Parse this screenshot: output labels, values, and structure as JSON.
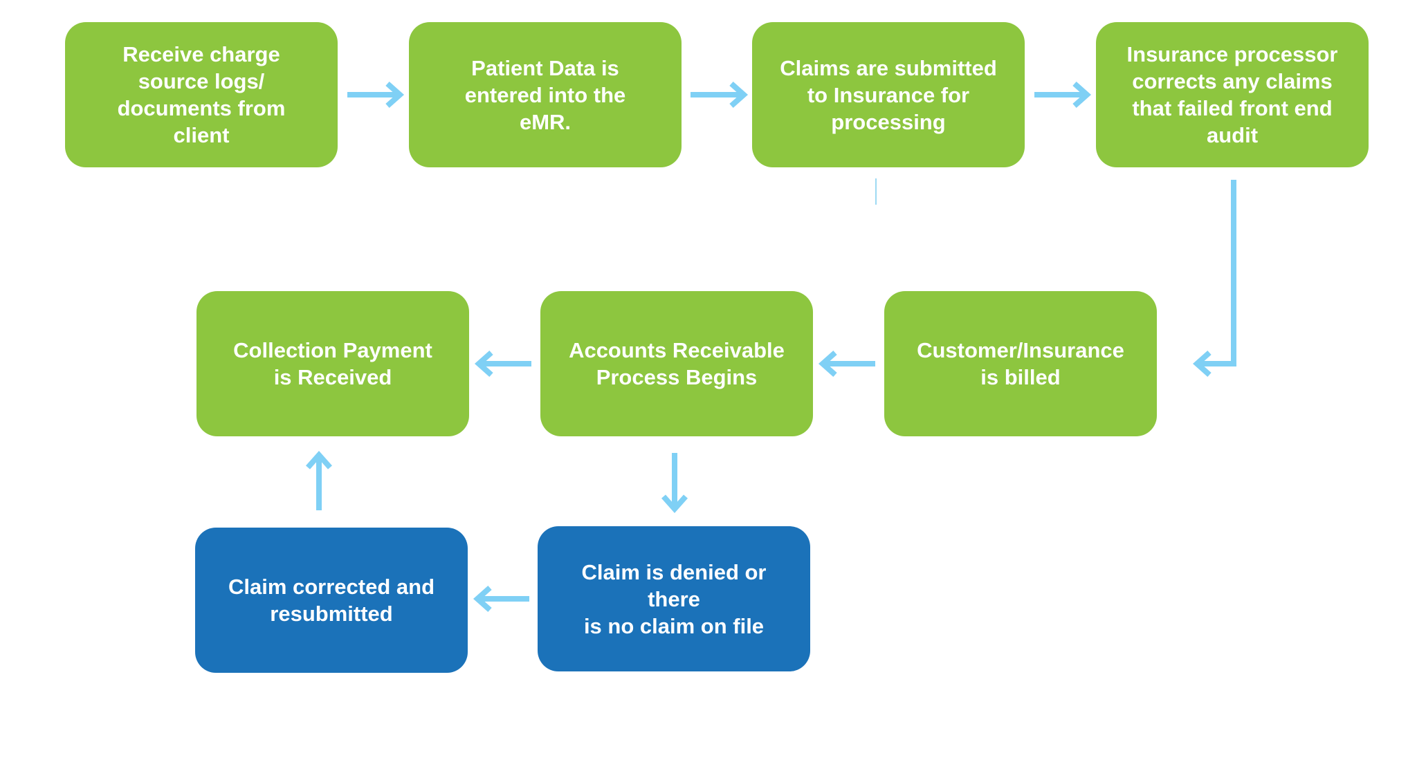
{
  "colors": {
    "step_green": "#8dc63f",
    "step_blue": "#1b72b9",
    "arrow": "#7fd0f5",
    "text": "#ffffff"
  },
  "steps": {
    "receive_logs": "Receive charge\nsource logs/\ndocuments from\nclient",
    "patient_data": "Patient Data is\nentered into the\neMR.",
    "claims_submitted": "Claims are submitted\nto Insurance for\nprocessing",
    "insurance_processor": "Insurance processor\ncorrects any claims\nthat failed front end\naudit",
    "customer_billed": "Customer/Insurance\nis billed",
    "accounts_receivable": "Accounts Receivable\nProcess Begins",
    "collection_payment": "Collection Payment\nis Received",
    "claim_denied": "Claim is denied or there\nis no claim on file",
    "claim_corrected": "Claim corrected and\nresubmitted"
  }
}
